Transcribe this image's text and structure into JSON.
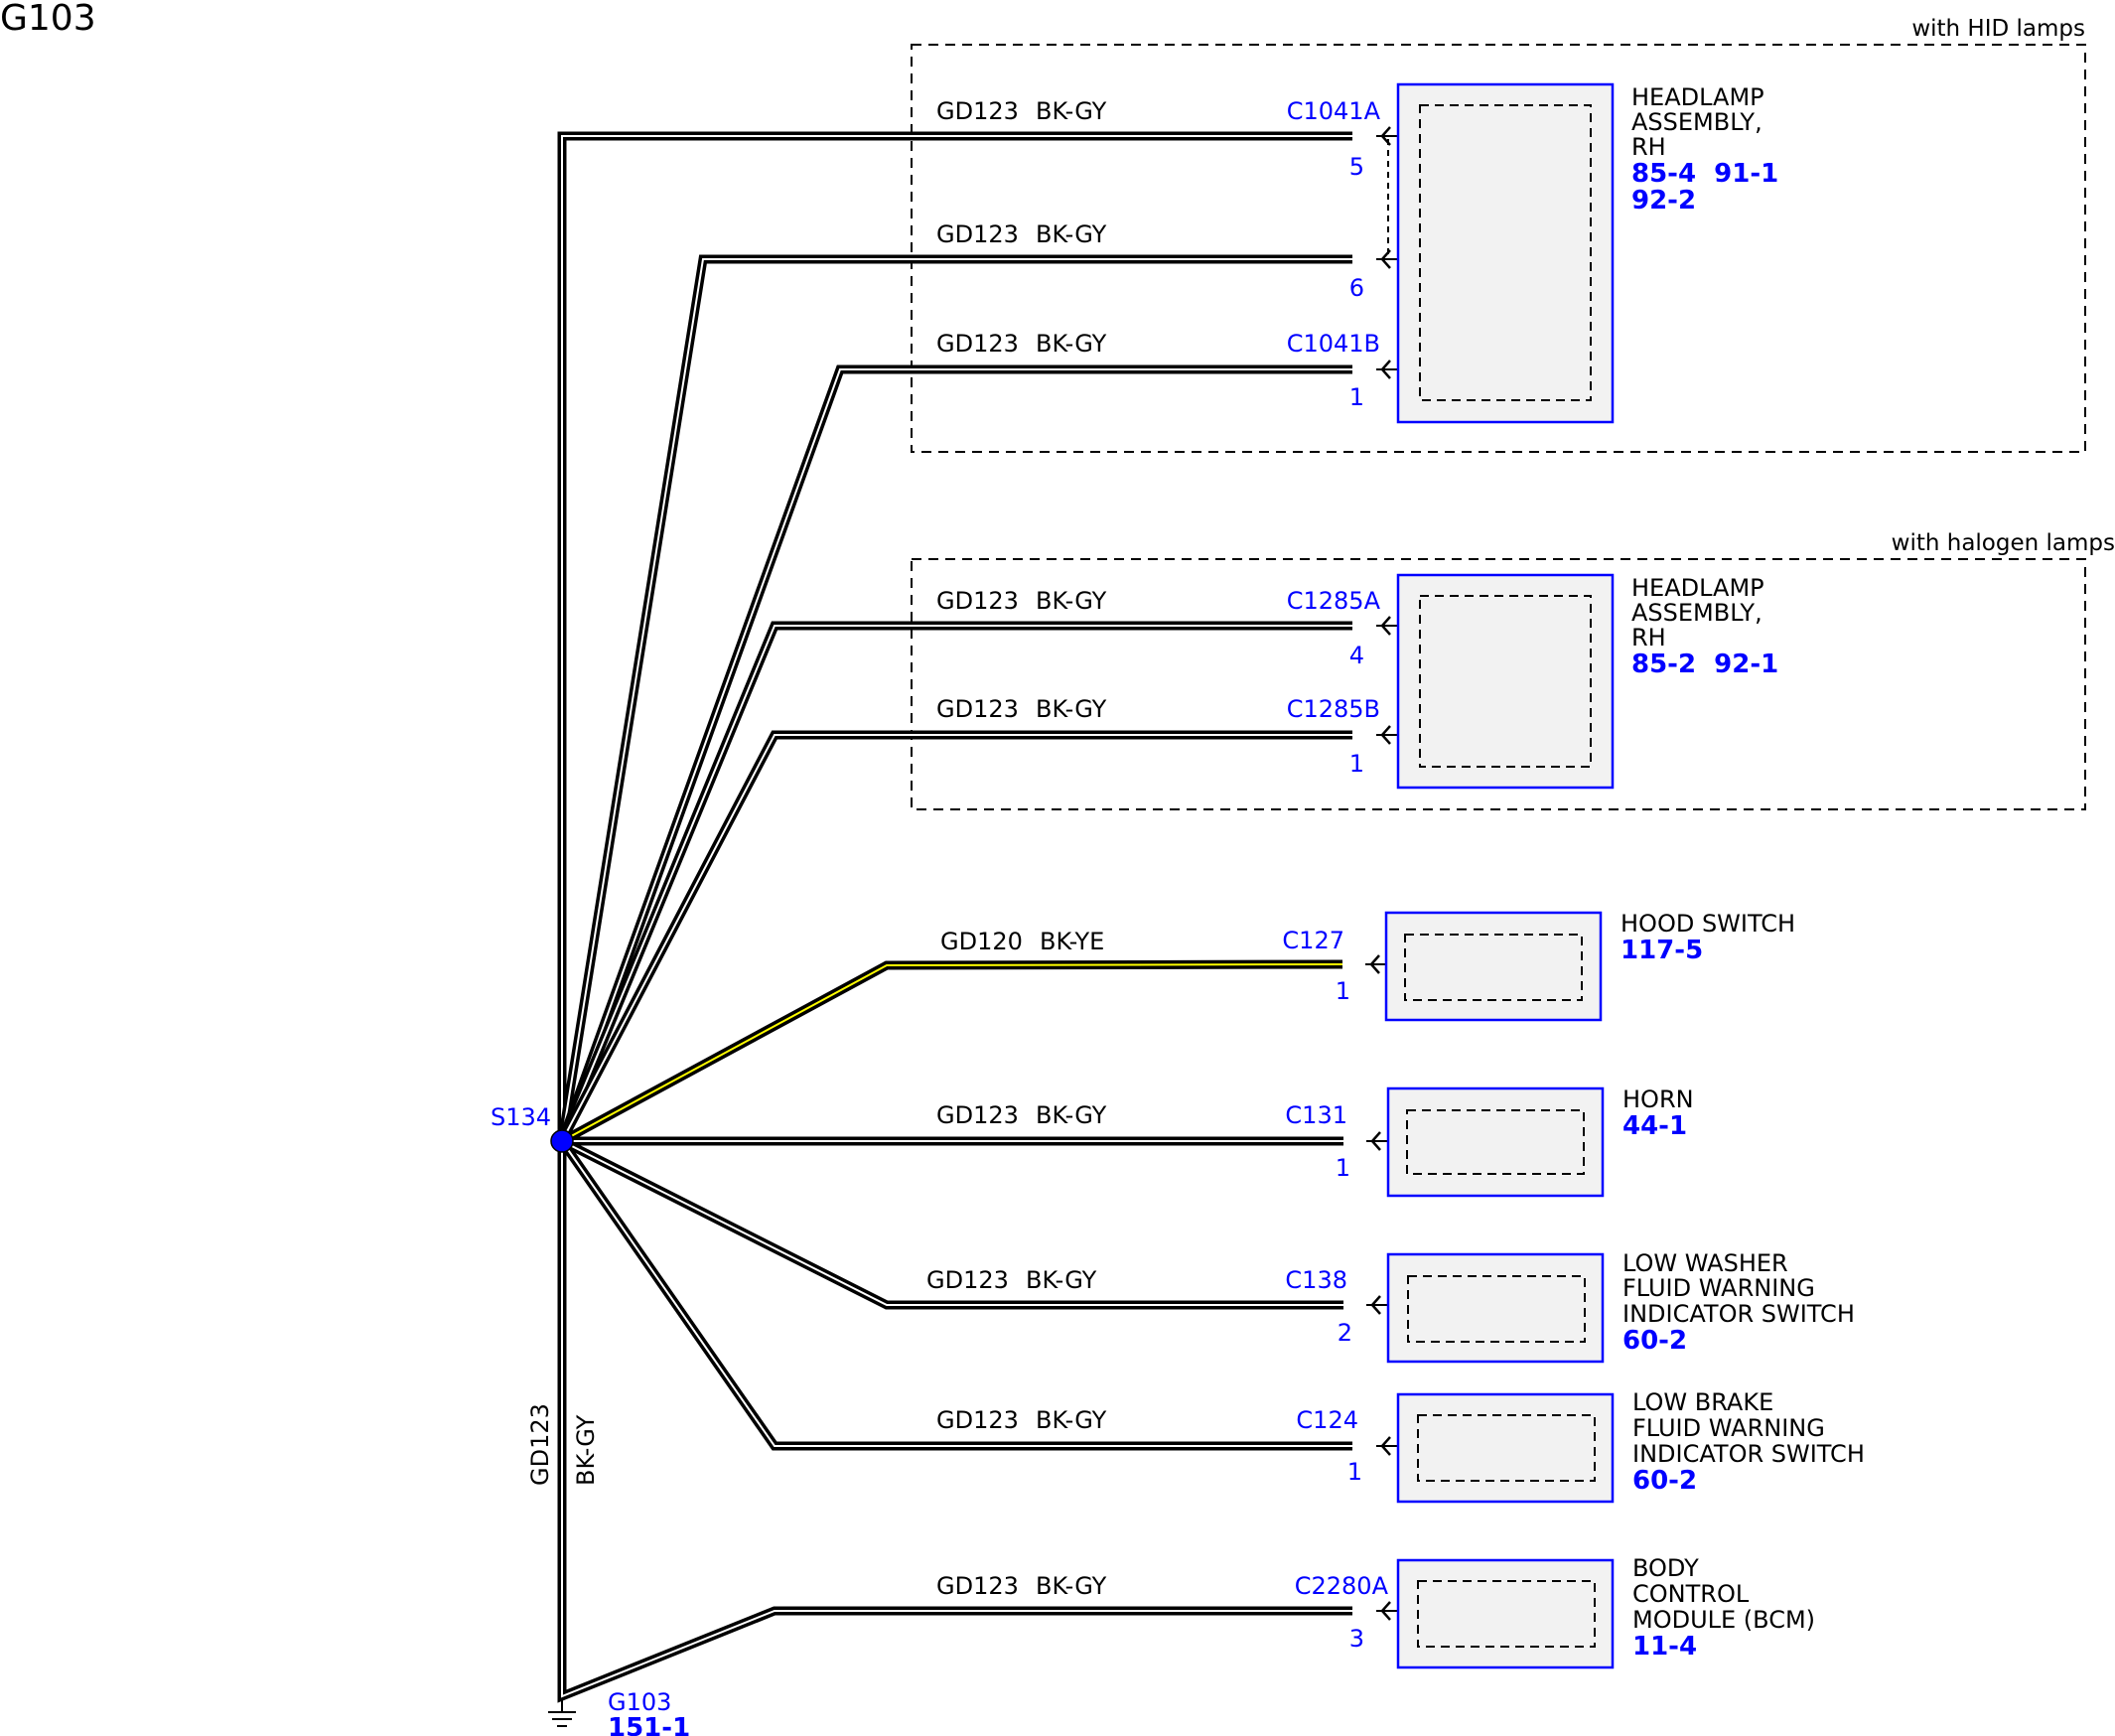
{
  "title": "G103",
  "conditions": {
    "hid": "with HID lamps",
    "halogen": "with halogen lamps"
  },
  "splice": {
    "label": "S134"
  },
  "ground": {
    "label": "G103",
    "ref": "151-1"
  },
  "trunk": {
    "circuit": "GD123",
    "color": "BK-GY"
  },
  "wires": [
    {
      "circuit": "GD123",
      "color": "BK-GY",
      "connector": "C1041A",
      "pin": "5"
    },
    {
      "circuit": "GD123",
      "color": "BK-GY",
      "connector": "",
      "pin": "6"
    },
    {
      "circuit": "GD123",
      "color": "BK-GY",
      "connector": "C1041B",
      "pin": "1"
    },
    {
      "circuit": "GD123",
      "color": "BK-GY",
      "connector": "C1285A",
      "pin": "4"
    },
    {
      "circuit": "GD123",
      "color": "BK-GY",
      "connector": "C1285B",
      "pin": "1"
    },
    {
      "circuit": "GD120",
      "color": "BK-YE",
      "connector": "C127",
      "pin": "1"
    },
    {
      "circuit": "GD123",
      "color": "BK-GY",
      "connector": "C131",
      "pin": "1"
    },
    {
      "circuit": "GD123",
      "color": "BK-GY",
      "connector": "C138",
      "pin": "2"
    },
    {
      "circuit": "GD123",
      "color": "BK-GY",
      "connector": "C124",
      "pin": "1"
    },
    {
      "circuit": "GD123",
      "color": "BK-GY",
      "connector": "C2280A",
      "pin": "3"
    }
  ],
  "components": [
    {
      "name": [
        "HEADLAMP",
        "ASSEMBLY,",
        "RH"
      ],
      "refs": [
        "85-4  91-1",
        "92-2"
      ]
    },
    {
      "name": [
        "HEADLAMP",
        "ASSEMBLY,",
        "RH"
      ],
      "refs": [
        "85-2  92-1"
      ]
    },
    {
      "name": [
        "HOOD SWITCH"
      ],
      "refs": [
        "117-5"
      ]
    },
    {
      "name": [
        "HORN"
      ],
      "refs": [
        "44-1"
      ]
    },
    {
      "name": [
        "LOW WASHER",
        "FLUID WARNING",
        "INDICATOR SWITCH"
      ],
      "refs": [
        "60-2"
      ]
    },
    {
      "name": [
        "LOW BRAKE",
        "FLUID WARNING",
        "INDICATOR SWITCH"
      ],
      "refs": [
        "60-2"
      ]
    },
    {
      "name": [
        "BODY",
        "CONTROL",
        "MODULE (BCM)"
      ],
      "refs": [
        "11-4"
      ]
    }
  ],
  "colors": {
    "connector_text": "#0000ff",
    "wire_black": "#000000",
    "wire_stripe_gray": "#ffffff",
    "wire_stripe_yellow": "#ffff00",
    "component_fill": "#f2f2f2"
  }
}
